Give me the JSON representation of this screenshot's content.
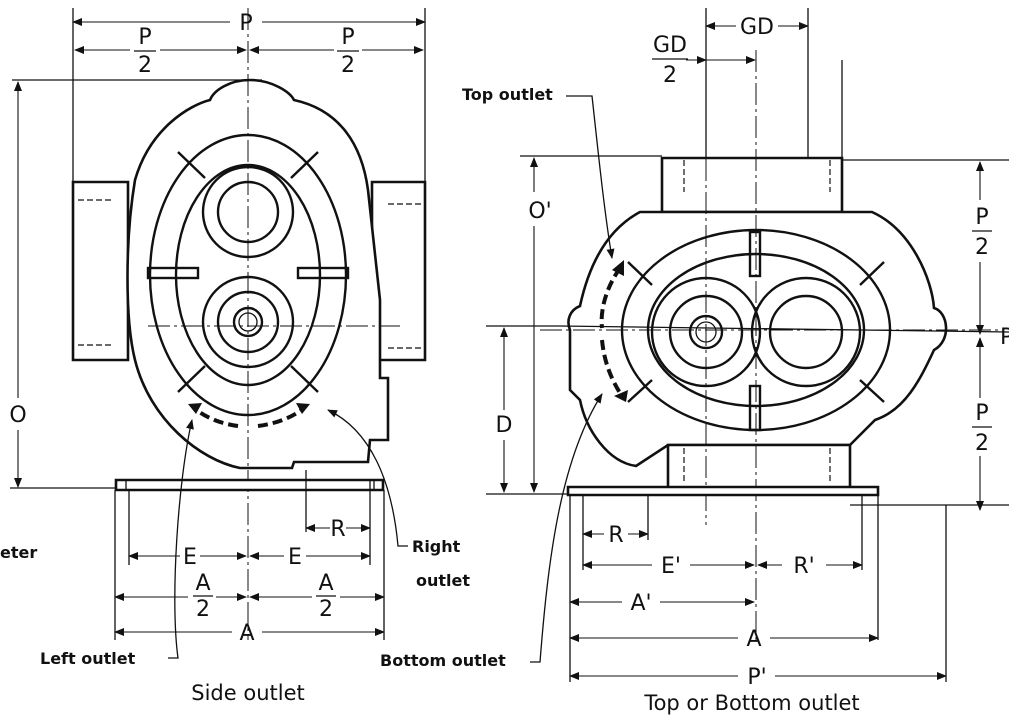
{
  "left_view": {
    "dims": {
      "P": "P",
      "P_half": "P",
      "P_half_den": "2",
      "O": "O",
      "D": "D",
      "R": "R",
      "E": "E",
      "A_half": "A",
      "A_half_den": "2",
      "A": "A"
    },
    "callouts": {
      "left_outlet": "Left outlet",
      "right_outlet_1": "Right",
      "right_outlet_2": "outlet"
    },
    "partial_text": "eter",
    "caption": "Side outlet"
  },
  "right_view": {
    "dims": {
      "GD": "GD",
      "GD_half": "GD",
      "GD_half_den": "2",
      "O_prime": "O'",
      "P_half": "P",
      "P_half_den": "2",
      "P_partial": "P",
      "R": "R",
      "E_prime": "E'",
      "R_prime": "R'",
      "A_prime": "A'",
      "A": "A",
      "P_prime": "P'"
    },
    "callouts": {
      "top_outlet": "Top outlet",
      "bottom_outlet": "Bottom outlet"
    },
    "caption": "Top or Bottom outlet"
  }
}
